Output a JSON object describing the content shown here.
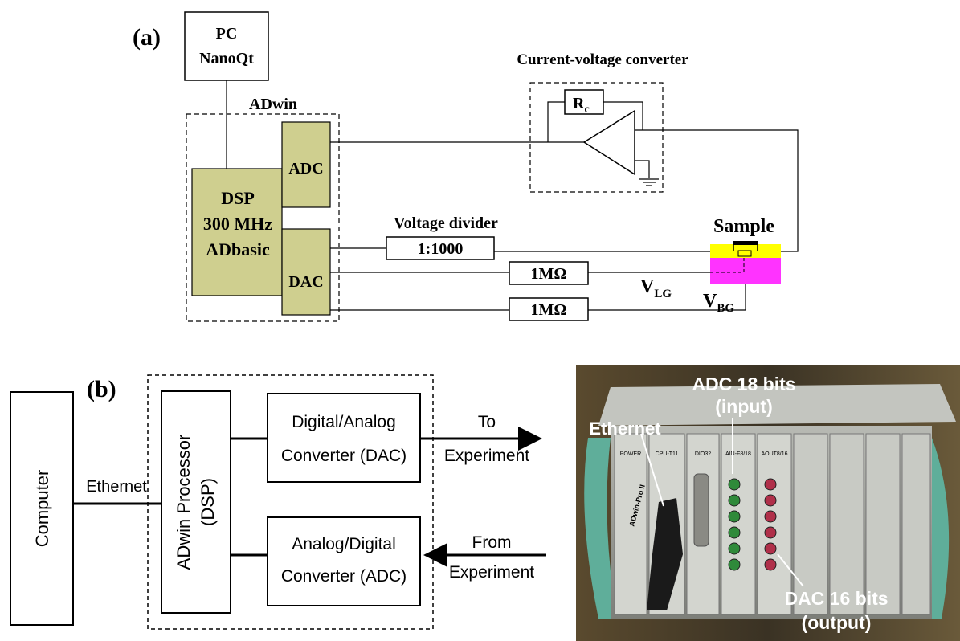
{
  "panel_a": {
    "label": "(a)",
    "pc": {
      "line1": "PC",
      "line2": "NanoQt"
    },
    "adwin_label": "ADwin",
    "adc": "ADC",
    "dac": "DAC",
    "dsp": {
      "line1": "DSP",
      "line2": "300 MHz",
      "line3": "ADbasic"
    },
    "converter_title": "Current-voltage converter",
    "rc": {
      "main": "R",
      "sub": "c"
    },
    "divider_title": "Voltage divider",
    "divider_ratio": "1:1000",
    "resistor_lg": "1MΩ",
    "resistor_bg": "1MΩ",
    "sample": "Sample",
    "vlg": {
      "main": "V",
      "sub": "LG"
    },
    "vbg": {
      "main": "V",
      "sub": "BG"
    },
    "colors": {
      "block_fill": "#cfcf8f",
      "sample_top": "#ffff00",
      "sample_bottom": "#ff33ff"
    }
  },
  "panel_b": {
    "label": "(b)",
    "computer": "Computer",
    "ethernet": "Ethernet",
    "processor": {
      "line1": "ADwin Processor",
      "line2": "(DSP)"
    },
    "dac_box": {
      "line1": "Digital/Analog",
      "line2": "Converter (DAC)"
    },
    "adc_box": {
      "line1": "Analog/Digital",
      "line2": "Converter (ADC)"
    },
    "to_exp": {
      "line1": "To",
      "line2": "Experiment"
    },
    "from_exp": {
      "line1": "From",
      "line2": "Experiment"
    }
  },
  "photo": {
    "adc_label": {
      "line1": "ADC 18 bits",
      "line2": "(input)"
    },
    "ethernet_label": "Ethernet",
    "dac_label": {
      "line1": "DAC 16 bits",
      "line2": "(output)"
    },
    "module_power": "POWER",
    "module_cpu": "CPU-T11",
    "module_dio": "DIO32",
    "module_ain": "AIN-F8/18",
    "module_aout": "AOUT8/16",
    "brand": "ADwin-Pro II",
    "colors": {
      "chassis": "#8a8c86",
      "connector_green": "#2f8a3a",
      "connector_red": "#b0304a"
    }
  }
}
